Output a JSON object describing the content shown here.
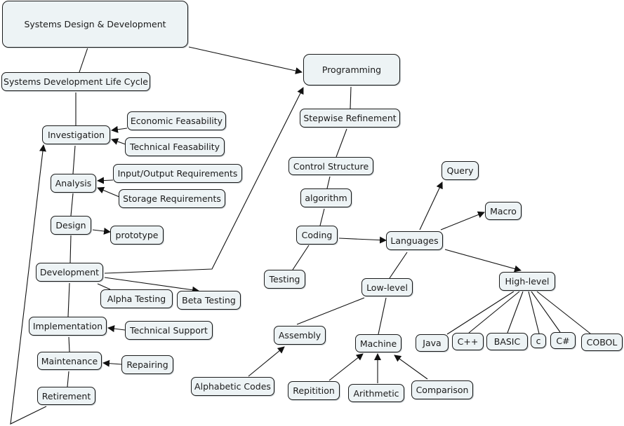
{
  "diagram": {
    "type": "concept-map",
    "colors": {
      "node_fill": "#edf3f5",
      "node_border": "#1a1a1a",
      "edge": "#111111",
      "text": "#1a1a1a"
    },
    "nodes": [
      {
        "id": "systems-design",
        "label": "Systems Design & Development"
      },
      {
        "id": "sdlc",
        "label": "Systems Development Life Cycle"
      },
      {
        "id": "programming",
        "label": "Programming"
      },
      {
        "id": "investigation",
        "label": "Investigation"
      },
      {
        "id": "economic-feasability",
        "label": "Economic Feasability"
      },
      {
        "id": "technical-feasability",
        "label": "Technical Feasability"
      },
      {
        "id": "analysis",
        "label": "Analysis"
      },
      {
        "id": "io-requirements",
        "label": "Input/Output Requirements"
      },
      {
        "id": "storage-requirements",
        "label": "Storage Requirements"
      },
      {
        "id": "design",
        "label": "Design"
      },
      {
        "id": "prototype",
        "label": "prototype"
      },
      {
        "id": "development",
        "label": "Development"
      },
      {
        "id": "alpha-testing",
        "label": "Alpha Testing"
      },
      {
        "id": "beta-testing",
        "label": "Beta Testing"
      },
      {
        "id": "implementation",
        "label": "Implementation"
      },
      {
        "id": "technical-support",
        "label": "Technical Support"
      },
      {
        "id": "maintenance",
        "label": "Maintenance"
      },
      {
        "id": "repairing",
        "label": "Repairing"
      },
      {
        "id": "retirement",
        "label": "Retirement"
      },
      {
        "id": "stepwise-refinement",
        "label": "Stepwise Refinement"
      },
      {
        "id": "control-structure",
        "label": "Control Structure"
      },
      {
        "id": "algorithm",
        "label": "algorithm"
      },
      {
        "id": "coding",
        "label": "Coding"
      },
      {
        "id": "testing",
        "label": "Testing"
      },
      {
        "id": "languages",
        "label": "Languages"
      },
      {
        "id": "query",
        "label": "Query"
      },
      {
        "id": "macro",
        "label": "Macro"
      },
      {
        "id": "low-level",
        "label": "Low-level"
      },
      {
        "id": "high-level",
        "label": "High-level"
      },
      {
        "id": "assembly",
        "label": "Assembly"
      },
      {
        "id": "machine",
        "label": "Machine"
      },
      {
        "id": "alphabetic-codes",
        "label": "Alphabetic Codes"
      },
      {
        "id": "repitition",
        "label": "Repitition"
      },
      {
        "id": "arithmetic",
        "label": "Arithmetic"
      },
      {
        "id": "comparison",
        "label": "Comparison"
      },
      {
        "id": "java",
        "label": "Java"
      },
      {
        "id": "cpp",
        "label": "C++"
      },
      {
        "id": "basic",
        "label": "BASIC"
      },
      {
        "id": "c",
        "label": "c"
      },
      {
        "id": "csharp",
        "label": "C#"
      },
      {
        "id": "cobol",
        "label": "COBOL"
      }
    ],
    "edges": [
      {
        "from": "systems-design",
        "to": "sdlc",
        "arrow": false
      },
      {
        "from": "systems-design",
        "to": "programming",
        "arrow": true
      },
      {
        "from": "sdlc",
        "to": "investigation",
        "arrow": false
      },
      {
        "from": "economic-feasability",
        "to": "investigation",
        "arrow": true
      },
      {
        "from": "technical-feasability",
        "to": "investigation",
        "arrow": true
      },
      {
        "from": "investigation",
        "to": "analysis",
        "arrow": false
      },
      {
        "from": "io-requirements",
        "to": "analysis",
        "arrow": true
      },
      {
        "from": "storage-requirements",
        "to": "analysis",
        "arrow": true
      },
      {
        "from": "analysis",
        "to": "design",
        "arrow": false
      },
      {
        "from": "design",
        "to": "prototype",
        "arrow": true
      },
      {
        "from": "design",
        "to": "development",
        "arrow": false
      },
      {
        "from": "development",
        "to": "programming",
        "arrow": true
      },
      {
        "from": "development",
        "to": "alpha-testing",
        "arrow": false
      },
      {
        "from": "development",
        "to": "beta-testing",
        "arrow": true
      },
      {
        "from": "development",
        "to": "implementation",
        "arrow": false
      },
      {
        "from": "technical-support",
        "to": "implementation",
        "arrow": true
      },
      {
        "from": "implementation",
        "to": "maintenance",
        "arrow": false
      },
      {
        "from": "repairing",
        "to": "maintenance",
        "arrow": true
      },
      {
        "from": "maintenance",
        "to": "retirement",
        "arrow": false
      },
      {
        "from": "retirement",
        "to": "investigation",
        "arrow": true
      },
      {
        "from": "programming",
        "to": "stepwise-refinement",
        "arrow": false
      },
      {
        "from": "stepwise-refinement",
        "to": "control-structure",
        "arrow": false
      },
      {
        "from": "control-structure",
        "to": "algorithm",
        "arrow": false
      },
      {
        "from": "algorithm",
        "to": "coding",
        "arrow": false
      },
      {
        "from": "coding",
        "to": "testing",
        "arrow": false
      },
      {
        "from": "coding",
        "to": "languages",
        "arrow": true
      },
      {
        "from": "languages",
        "to": "query",
        "arrow": true
      },
      {
        "from": "languages",
        "to": "macro",
        "arrow": true
      },
      {
        "from": "languages",
        "to": "high-level",
        "arrow": true
      },
      {
        "from": "languages",
        "to": "low-level",
        "arrow": false
      },
      {
        "from": "low-level",
        "to": "assembly",
        "arrow": false
      },
      {
        "from": "low-level",
        "to": "machine",
        "arrow": false
      },
      {
        "from": "alphabetic-codes",
        "to": "assembly",
        "arrow": true
      },
      {
        "from": "repitition",
        "to": "machine",
        "arrow": true
      },
      {
        "from": "arithmetic",
        "to": "machine",
        "arrow": true
      },
      {
        "from": "comparison",
        "to": "machine",
        "arrow": true
      },
      {
        "from": "high-level",
        "to": "java",
        "arrow": false
      },
      {
        "from": "high-level",
        "to": "cpp",
        "arrow": false
      },
      {
        "from": "high-level",
        "to": "basic",
        "arrow": false
      },
      {
        "from": "high-level",
        "to": "c",
        "arrow": false
      },
      {
        "from": "high-level",
        "to": "csharp",
        "arrow": false
      },
      {
        "from": "high-level",
        "to": "cobol",
        "arrow": false
      }
    ]
  }
}
